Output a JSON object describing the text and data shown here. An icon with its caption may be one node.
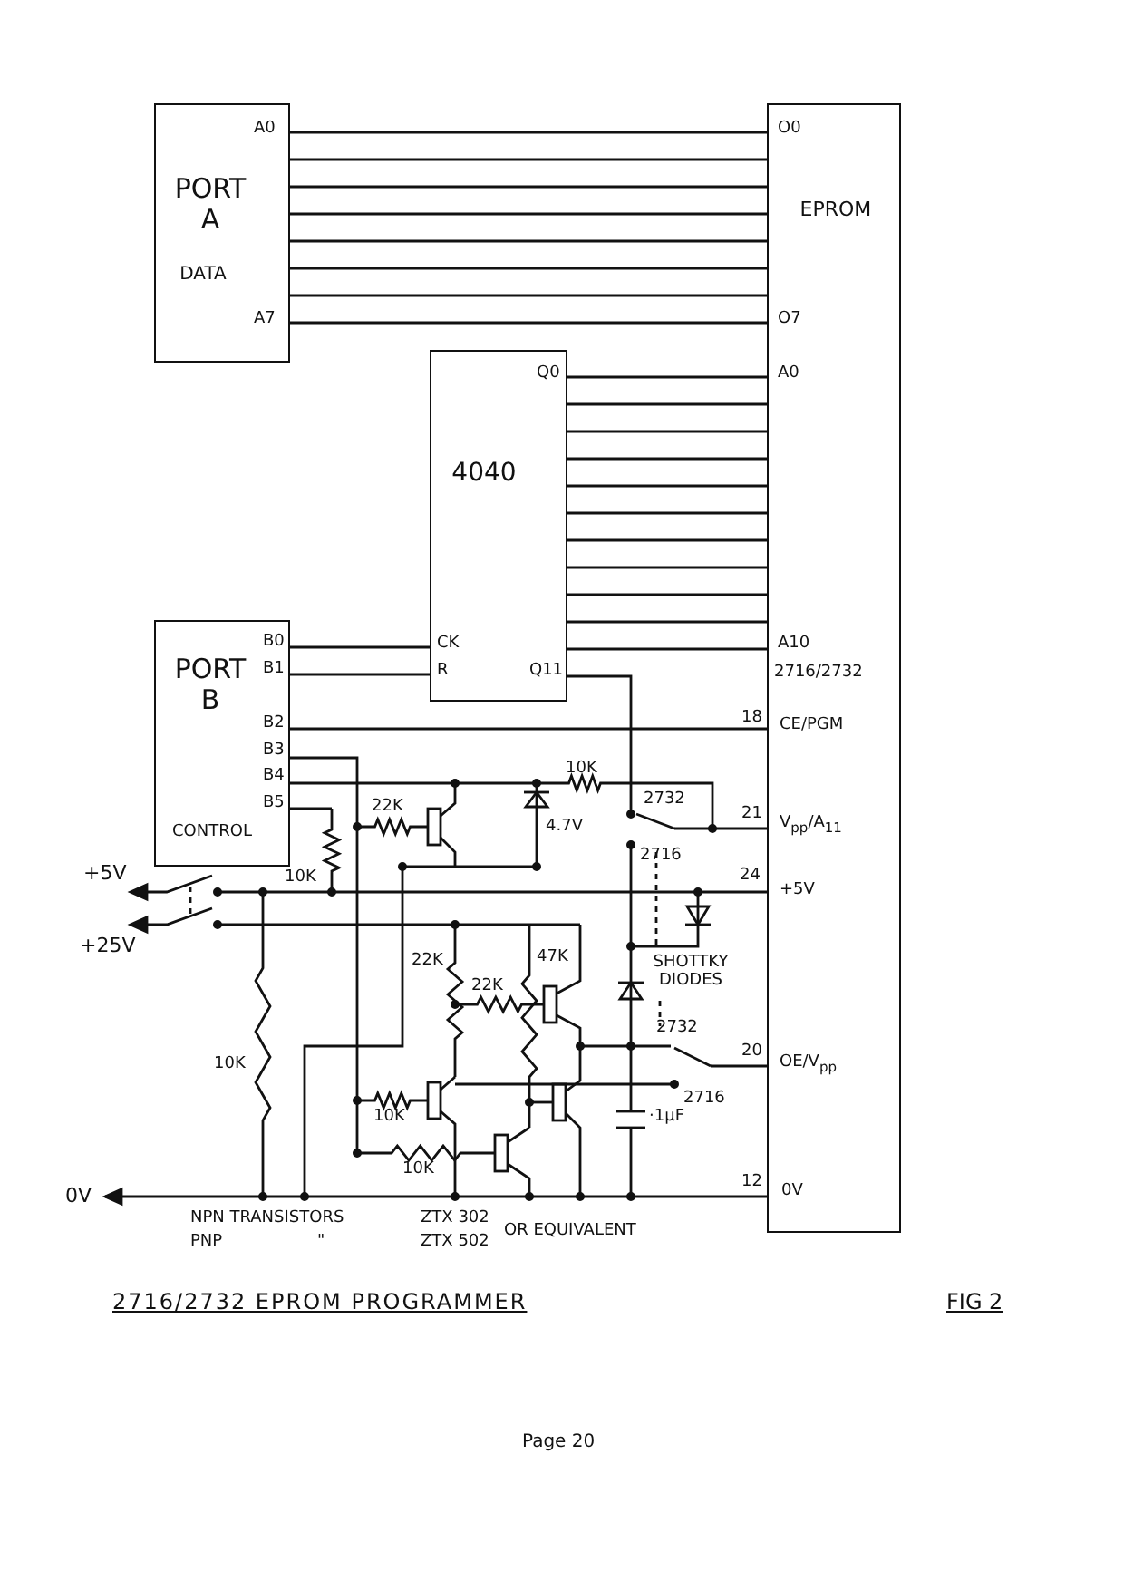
{
  "diagram": {
    "title": "2716/2732 EPROM PROGRAMMER",
    "nodes": [
      {
        "text": [
          "PORT A",
          "DATA"
        ]
      },
      {
        "text": [
          "EPROM"
        ]
      },
      {
        "text": [
          "4040"
        ]
      },
      {
        "text": [
          "PORT B",
          "CONTROL"
        ]
      }
    ],
    "edges": [
      {
        "from": 0,
        "to": 1,
        "arrow": "none"
      },
      {
        "from": 0,
        "to": 1,
        "arrow": "none"
      },
      {
        "from": 0,
        "to": 1,
        "arrow": "none"
      },
      {
        "from": 0,
        "to": 1,
        "arrow": "none"
      },
      {
        "from": 0,
        "to": 1,
        "arrow": "none"
      },
      {
        "from": 0,
        "to": 1,
        "arrow": "none"
      },
      {
        "from": 0,
        "to": 1,
        "arrow": "none"
      },
      {
        "from": 0,
        "to": 1,
        "arrow": "none"
      },
      {
        "from": 2,
        "to": 1,
        "arrow": "none"
      },
      {
        "from": 2,
        "to": 1,
        "arrow": "none"
      },
      {
        "from": 2,
        "to": 1,
        "arrow": "none"
      },
      {
        "from": 2,
        "to": 1,
        "arrow": "none"
      },
      {
        "from": 2,
        "to": 1,
        "arrow": "none"
      },
      {
        "from": 2,
        "to": 1,
        "arrow": "none"
      },
      {
        "from": 2,
        "to": 1,
        "arrow": "none"
      },
      {
        "from": 2,
        "to": 1,
        "arrow": "none"
      },
      {
        "from": 2,
        "to": 1,
        "arrow": "none"
      },
      {
        "from": 2,
        "to": 1,
        "arrow": "none"
      },
      {
        "from": 2,
        "to": 1,
        "arrow": "none"
      },
      {
        "from": 3,
        "to": 2,
        "arrow": "none"
      },
      {
        "from": 3,
        "to": 2,
        "arrow": "none"
      },
      {
        "from": 3,
        "to": 1,
        "arrow": "none"
      }
    ],
    "labels": [
      "A0",
      "O0",
      "A7",
      "O7",
      "Q0",
      "A0",
      "A10",
      "2716/2732",
      "CK",
      "R",
      "Q11",
      "B0",
      "B1",
      "B2",
      "B3",
      "B4",
      "B5",
      "18",
      "CE/PGM",
      "10K",
      "2732",
      "21",
      "V$_{pp}$/A$_{11}$",
      "22K",
      "4.7V",
      "2716",
      "24",
      "+5V",
      "+5V",
      "10K",
      "+25V",
      "22K",
      "47K",
      "22K",
      "SHOTTKY DIODES",
      "2732",
      "20",
      "OE/V$_{pp}$",
      "2716",
      "10K",
      "10K",
      "10K",
      "·1μF",
      "0V",
      "12",
      "0V",
      "NPN TRANSISTORS",
      "ZTX 302",
      "PNP",
      "\"",
      "ZTX 502",
      "OR EQUIVALENT",
      "FIG 2",
      "Page 20"
    ]
  }
}
